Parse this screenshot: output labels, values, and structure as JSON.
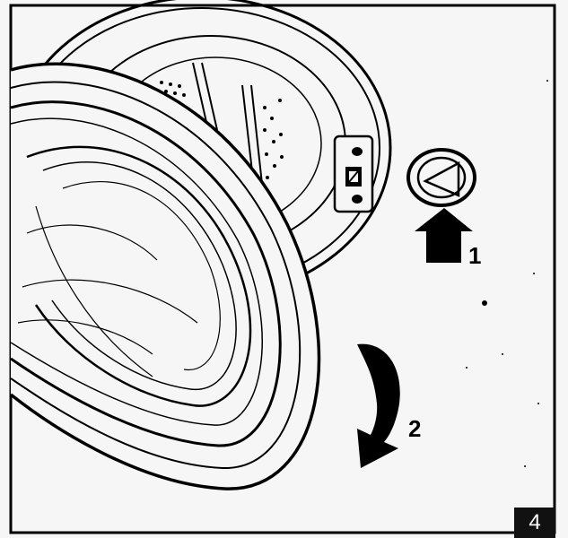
{
  "figure": {
    "step_labels": {
      "step1": "1",
      "step2": "2"
    },
    "figure_number": "4"
  }
}
